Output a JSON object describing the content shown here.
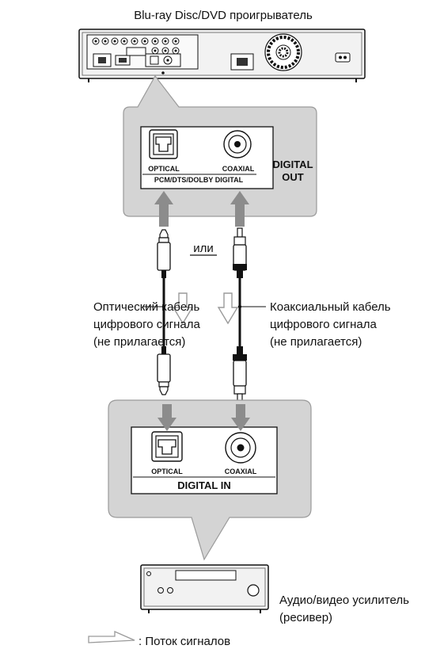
{
  "player": {
    "title": "Blu-ray Disc/DVD проигрыватель"
  },
  "out_panel": {
    "optical": "OPTICAL",
    "coaxial": "COAXIAL",
    "formats": "PCM/DTS/DOLBY DIGITAL",
    "digital_out": [
      "DIGITAL",
      "OUT"
    ]
  },
  "or_label": "или",
  "optical_cable": {
    "lines": [
      "Оптический кабель",
      "цифрового сигнала",
      "(не прилагается)"
    ]
  },
  "coaxial_cable": {
    "lines": [
      "Коаксиальный кабель",
      "цифрового сигнала",
      "(не прилагается)"
    ]
  },
  "in_panel": {
    "optical": "OPTICAL",
    "coaxial": "COAXIAL",
    "digital_in": "DIGITAL IN"
  },
  "receiver": {
    "lines": [
      "Аудио/видео усилитель",
      "(ресивер)"
    ]
  },
  "legend": {
    "text": ": Поток сигналов"
  },
  "colors": {
    "bubble": "#d4d4d4",
    "bubble_edge": "#9a9a9a",
    "arrow": "#8c8c8c",
    "ink": "#111111"
  }
}
